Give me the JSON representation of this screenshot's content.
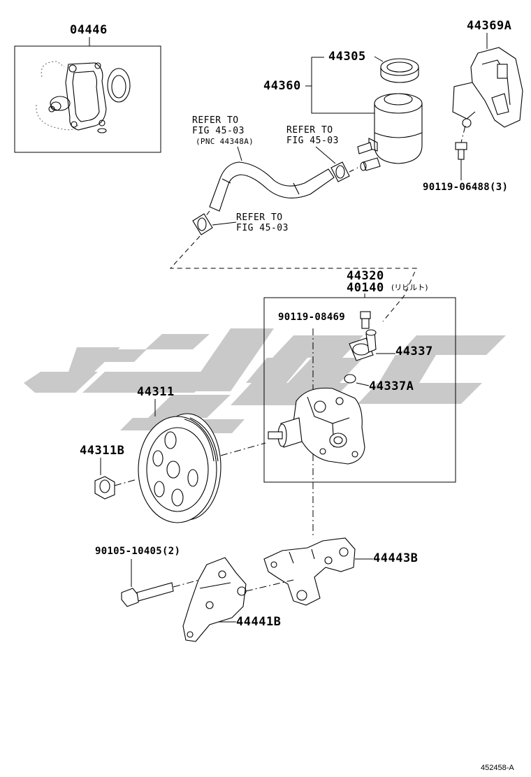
{
  "diagram": {
    "callouts": {
      "p04446": "04446",
      "p44369A": "44369A",
      "p44305": "44305",
      "p44360": "44360",
      "p90119_06488": "90119-06488(3)",
      "p44320": "44320",
      "p40140": "40140",
      "p40140_note": "(リビルト)",
      "p90119_08469": "90119-08469",
      "p44337": "44337",
      "p44337A": "44337A",
      "p44311": "44311",
      "p44311B": "44311B",
      "p90105_10405": "90105-10405(2)",
      "p44443B": "44443B",
      "p44441B": "44441B"
    },
    "references": {
      "ref1_line1": "REFER TO",
      "ref1_line2": "FIG 45-03",
      "ref1_line3": "(PNC 44348A)",
      "ref2_line1": "REFER TO",
      "ref2_line2": "FIG 45-03",
      "ref3_line1": "REFER TO",
      "ref3_line2": "FIG 45-03"
    },
    "figure_code": "452458-A",
    "colors": {
      "line": "#000000",
      "watermark": "#c9c9c9",
      "background": "#ffffff"
    },
    "watermark_icon": "brand-logo-watermark"
  }
}
